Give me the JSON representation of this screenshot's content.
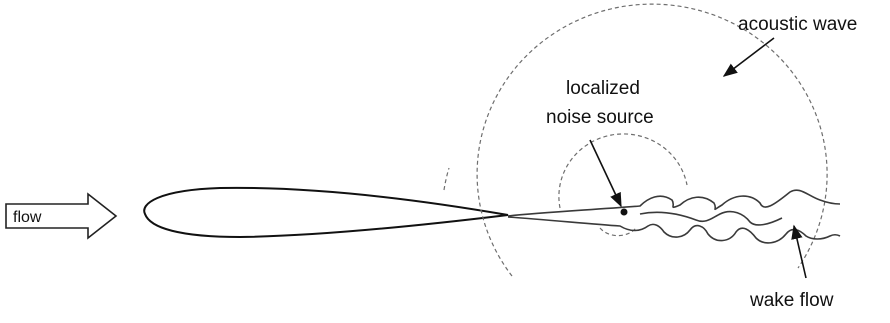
{
  "labels": {
    "flow": "flow",
    "acoustic_wave": "acoustic wave",
    "noise_source_line1": "localized",
    "noise_source_line2": "noise source",
    "wake_flow": "wake flow"
  },
  "colors": {
    "ink": "#111111",
    "dashed_wave": "#6e6e6e",
    "wake_line": "#3a3a3a",
    "background": "#ffffff"
  }
}
